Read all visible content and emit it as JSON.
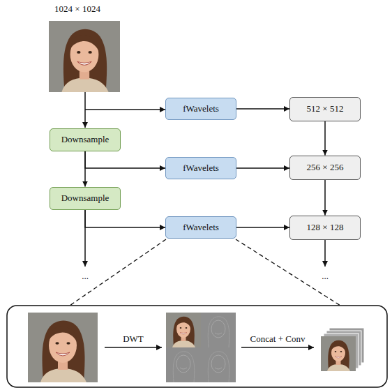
{
  "diagram": {
    "nodes": [
      {
        "text": [
          "fWavelets"
        ]
      },
      {
        "text": [
          "512 × 512"
        ]
      },
      {
        "text": [
          "Downsample"
        ]
      },
      {
        "text": [
          "fWavelets"
        ]
      },
      {
        "text": [
          "256 × 256"
        ]
      },
      {
        "text": [
          "Downsample"
        ]
      },
      {
        "text": [
          "fWavelets"
        ]
      },
      {
        "text": [
          "128 × 128"
        ]
      }
    ],
    "edges": [
      {
        "from": 0,
        "to": 1,
        "arrow": "to"
      },
      {
        "from": 1,
        "to": 4,
        "arrow": "to"
      },
      {
        "from": 2,
        "to": 3,
        "arrow": "to"
      },
      {
        "from": 2,
        "to": 5,
        "arrow": "to"
      },
      {
        "from": 3,
        "to": 4,
        "arrow": "to"
      },
      {
        "from": 4,
        "to": 7,
        "arrow": "to"
      },
      {
        "from": 5,
        "to": 6,
        "arrow": "to"
      },
      {
        "from": 6,
        "to": 7,
        "arrow": "to"
      }
    ],
    "labels": [
      "1024 × 1024",
      "...",
      "...",
      "DWT",
      "Concat + Conv"
    ]
  }
}
